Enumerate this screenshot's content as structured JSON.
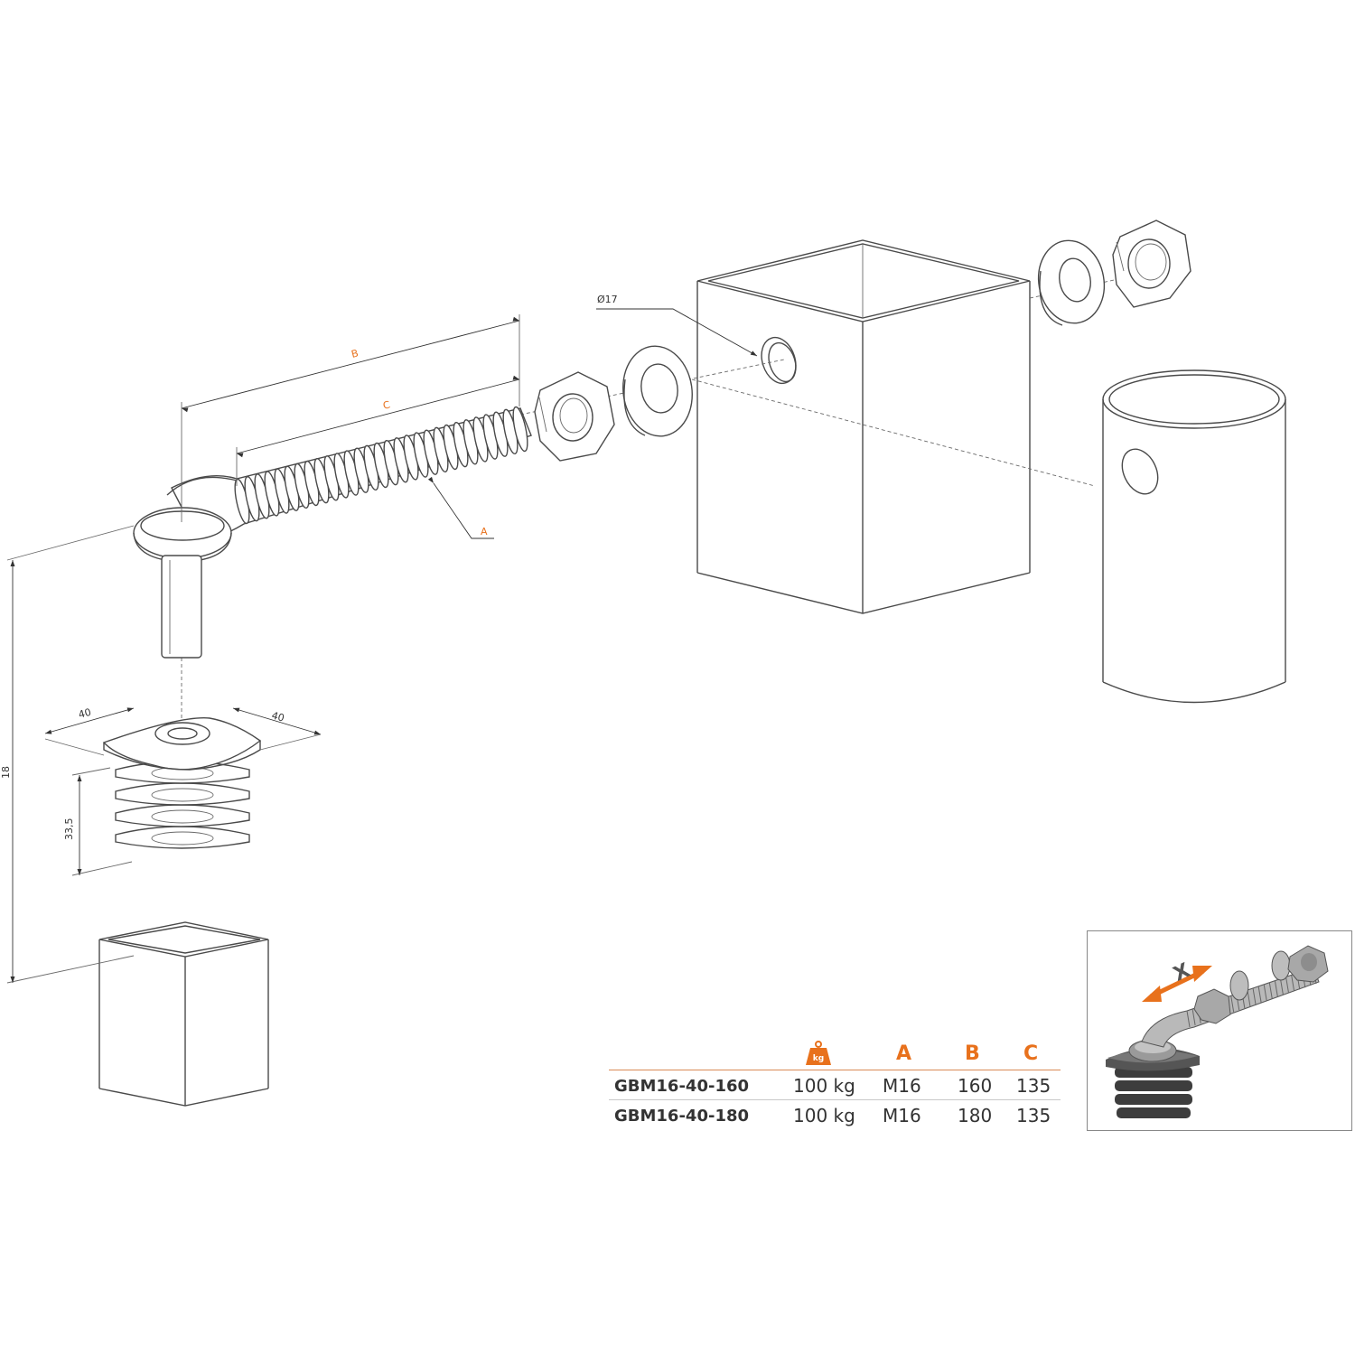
{
  "dimensions": {
    "A": "A",
    "B": "B",
    "C": "C",
    "hole_diameter": "Ø17",
    "height_total": "18",
    "insert_height": "33,5",
    "width_left": "40",
    "width_right": "40"
  },
  "inset": {
    "adjust_label": "X"
  },
  "weight_icon": {
    "unit": "kg"
  },
  "spec_table": {
    "columns": [
      "A",
      "B",
      "C"
    ],
    "rows": [
      {
        "code": "GBM16-40-160",
        "load": "100 kg",
        "A": "M16",
        "B": "160",
        "C": "135"
      },
      {
        "code": "GBM16-40-180",
        "load": "100 kg",
        "A": "M16",
        "B": "180",
        "C": "135"
      }
    ]
  },
  "colors": {
    "accent": "#e8711c",
    "line": "#4a4a4a"
  }
}
